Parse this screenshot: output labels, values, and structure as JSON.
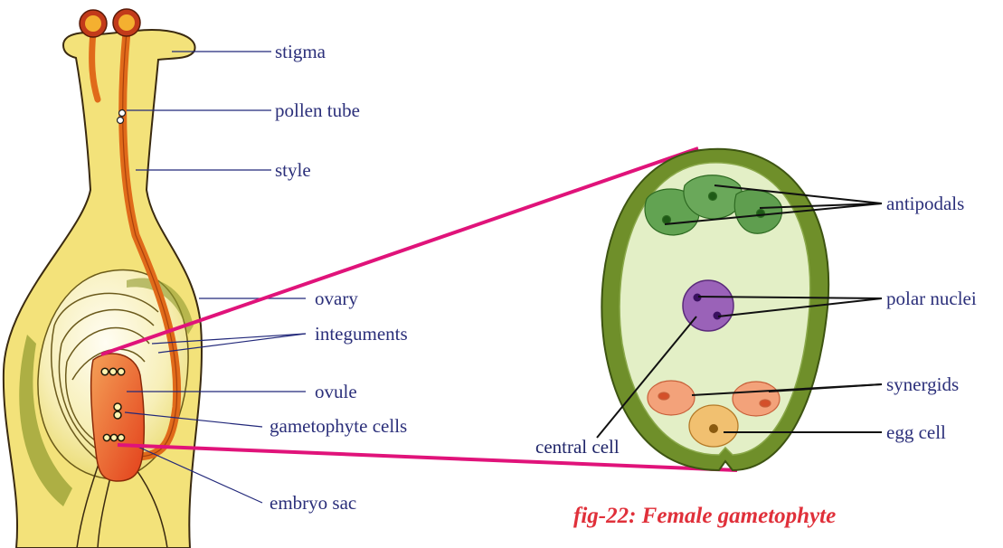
{
  "pistil_labels": {
    "stigma": "stigma",
    "pollen_tube": "pollen tube",
    "style": "style",
    "ovary": "ovary",
    "integuments": "integuments",
    "ovule": "ovule",
    "gametophyte_cells": "gametophyte cells",
    "embryo_sac": "embryo sac"
  },
  "gametophyte_labels": {
    "antipodals": "antipodals",
    "polar_nuclei": "polar nuclei",
    "synergids": "synergids",
    "egg_cell": "egg cell",
    "central_cell": "central cell"
  },
  "caption": "fig-22: Female gametophyte",
  "colors": {
    "label_text": "#2b2f7a",
    "caption": "#e0303a",
    "zoom_lines": "#e0137a",
    "pistil_fill": "#f3e27a",
    "pollen_tube": "#e06a1a",
    "embryo_sac": "#e4421c",
    "sac_wall": "#6b8a2a",
    "sac_inner": "#e3efc6",
    "antipodal": "#62a352",
    "polar_nucleus": "#9a62b8",
    "synergid": "#f3a27a",
    "egg": "#f1c070"
  }
}
